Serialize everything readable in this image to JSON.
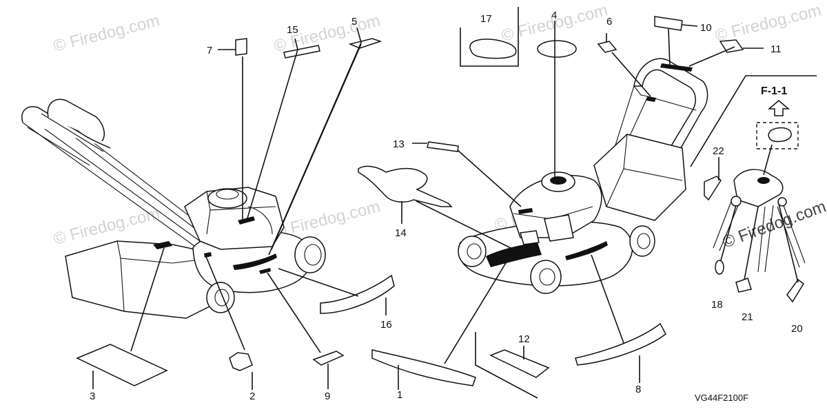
{
  "diagram": {
    "part_numbers": [
      "1",
      "2",
      "3",
      "4",
      "5",
      "6",
      "7",
      "8",
      "9",
      "10",
      "11",
      "12",
      "13",
      "14",
      "15",
      "16",
      "17",
      "18",
      "20",
      "21",
      "22"
    ],
    "detail_label": "F-1-1",
    "drawing_code": "VG44F2100F",
    "watermark": "© Firedog.com"
  },
  "colors": {
    "line": "#111111",
    "watermark": "#d3d3d3",
    "background": "#ffffff"
  }
}
